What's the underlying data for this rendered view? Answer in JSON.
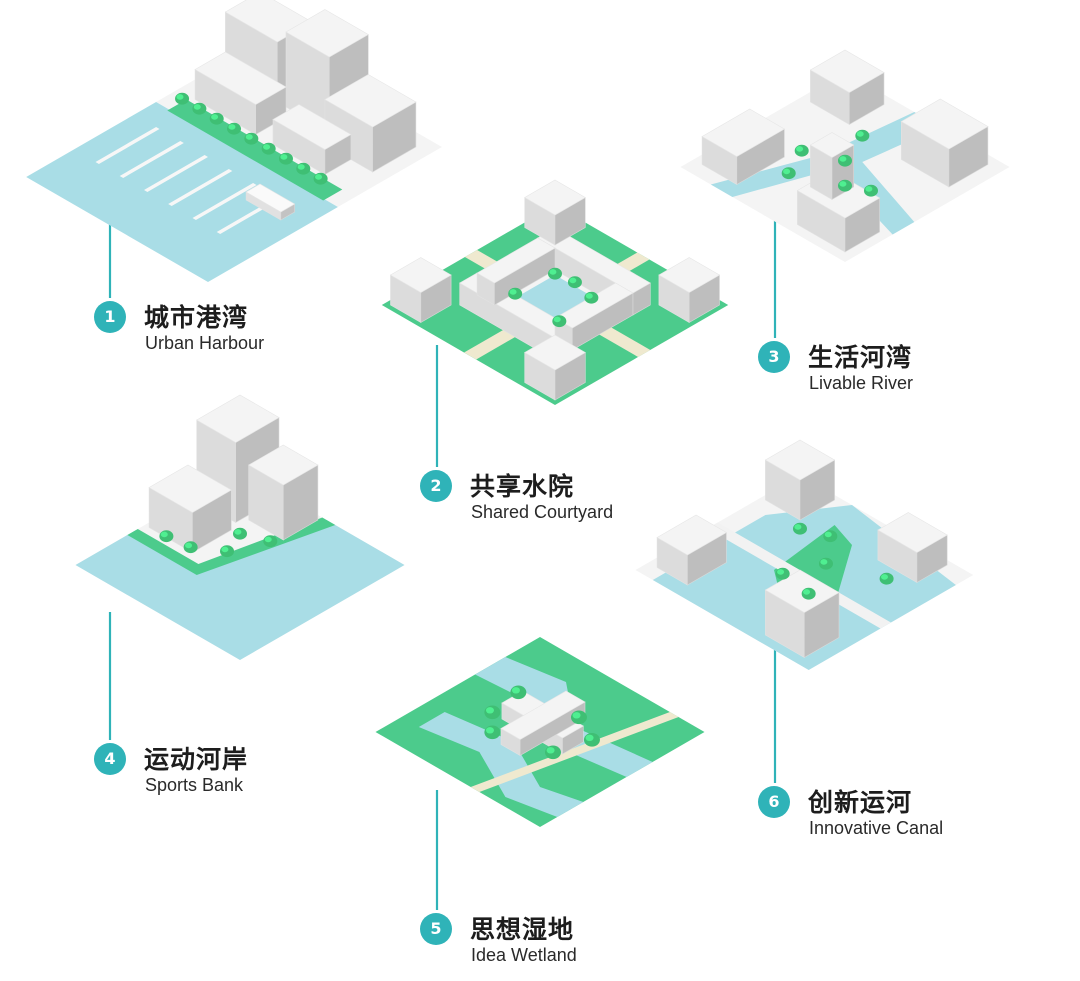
{
  "colors": {
    "accent": "#2fb3b8",
    "water": "#a9dde6",
    "green": "#4ccb8c",
    "tree": "#3fbf74",
    "building": "#f4f4f4",
    "path": "#efe9cf"
  },
  "items": [
    {
      "number": "1",
      "title": "城市港湾",
      "subtitle": "Urban Harbour"
    },
    {
      "number": "2",
      "title": "共享水院",
      "subtitle": "Shared Courtyard"
    },
    {
      "number": "3",
      "title": "生活河湾",
      "subtitle": "Livable River"
    },
    {
      "number": "4",
      "title": "运动河岸",
      "subtitle": "Sports Bank"
    },
    {
      "number": "5",
      "title": "思想湿地",
      "subtitle": "Idea Wetland"
    },
    {
      "number": "6",
      "title": "创新运河",
      "subtitle": "Innovative Canal"
    }
  ]
}
